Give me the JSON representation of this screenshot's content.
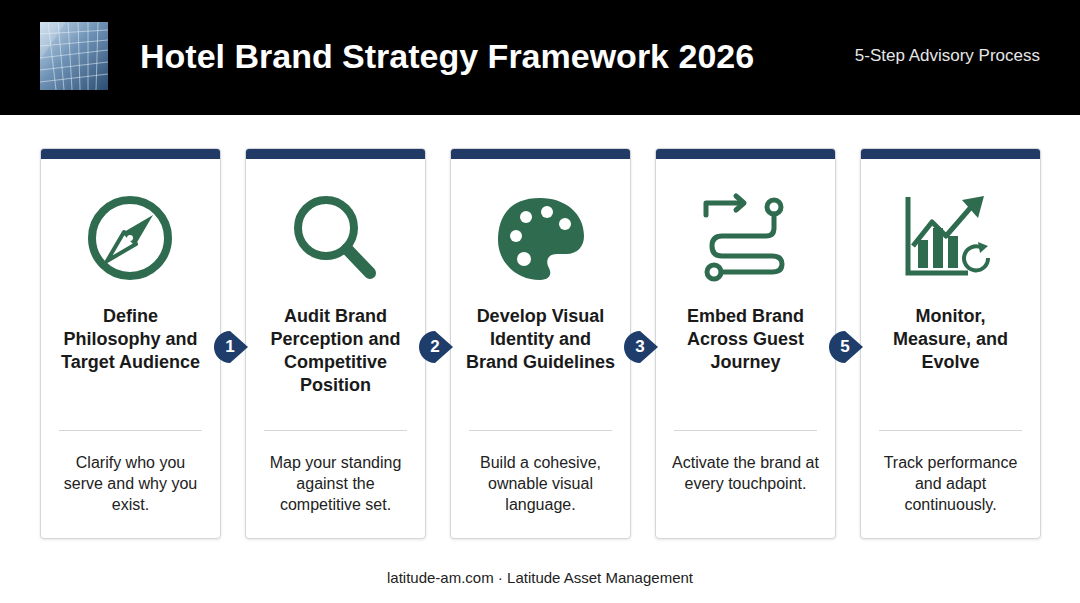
{
  "diagram": {
    "title": "Hotel Brand Strategy Framework 2026",
    "caption": "latitude-am.com · Latitude Asset Management",
    "nodes": [
      {
        "text": [
          "Define Philosophy and Target Audience",
          "Clarify who you serve and why you exist."
        ]
      },
      {
        "text": [
          "Audit Brand Perception and Competitive Position",
          "Map your standing against the competitive set."
        ]
      },
      {
        "text": [
          "Develop Visual Identity and Brand Guidelines",
          "Build a cohesive, ownable visual language."
        ]
      },
      {
        "text": [
          "Embed Brand Across Guest Journey",
          "Activate the brand at every touchpoint."
        ]
      },
      {
        "text": [
          "Monitor, Measure, and Evolve",
          "Track performance and adapt continuously."
        ]
      }
    ],
    "edges": [
      {
        "from": 0,
        "to": 1,
        "label": "1",
        "arrow": "to"
      },
      {
        "from": 1,
        "to": 2,
        "label": "2",
        "arrow": "to"
      },
      {
        "from": 2,
        "to": 3,
        "label": "3",
        "arrow": "to"
      },
      {
        "from": 3,
        "to": 4,
        "label": "5",
        "arrow": "to"
      }
    ],
    "labels": [
      "5-Step Advisory Process"
    ]
  }
}
